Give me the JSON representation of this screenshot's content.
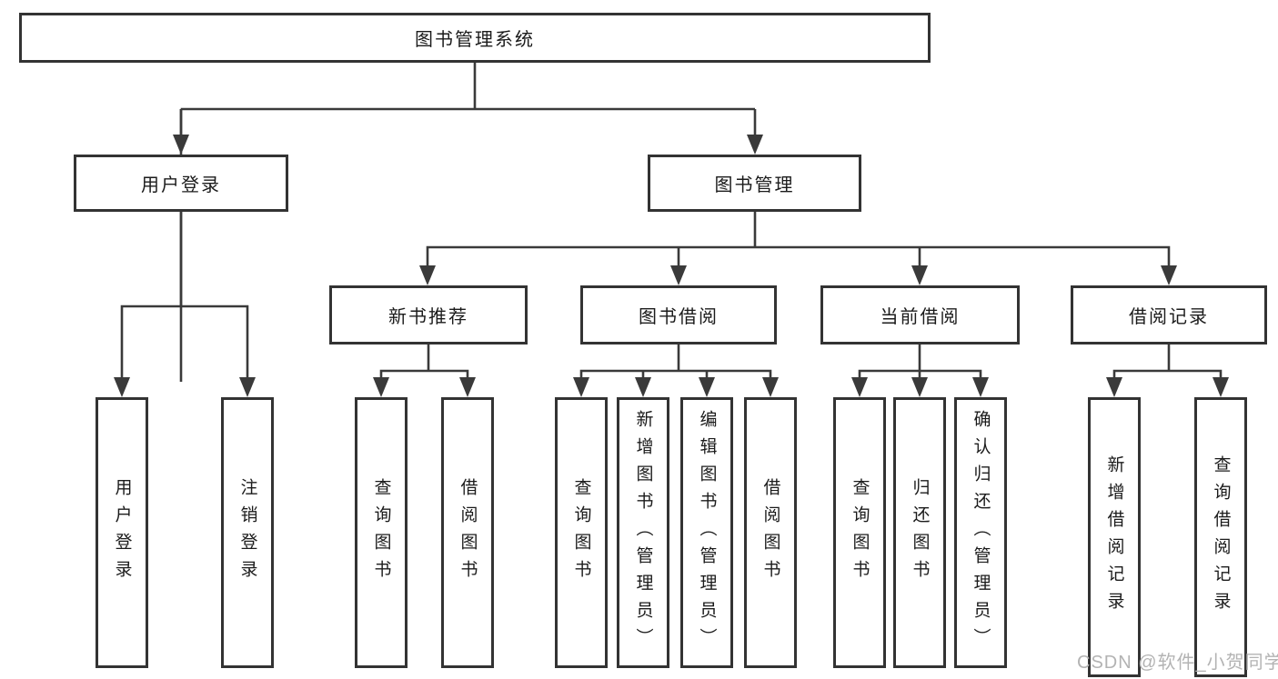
{
  "diagram": {
    "root": {
      "label": "图书管理系统"
    },
    "level2": {
      "user_login": {
        "label": "用户登录"
      },
      "book_mgmt": {
        "label": "图书管理"
      }
    },
    "level3": {
      "new_book_rec": {
        "label": "新书推荐"
      },
      "book_borrow": {
        "label": "图书借阅"
      },
      "current_borrow": {
        "label": "当前借阅"
      },
      "borrow_records": {
        "label": "借阅记录"
      }
    },
    "leaves": {
      "user_login_action": {
        "label": "用户登录"
      },
      "logout_action": {
        "label": "注销登录"
      },
      "query_book_rec": {
        "label": "查询图书"
      },
      "borrow_book_rec": {
        "label": "借阅图书"
      },
      "query_book_borrow": {
        "label": "查询图书"
      },
      "add_book_admin": {
        "label": "新增图书（管理员）"
      },
      "edit_book_admin": {
        "label": "编辑图书（管理员）"
      },
      "borrow_book_borrow": {
        "label": "借阅图书"
      },
      "query_book_current": {
        "label": "查询图书"
      },
      "return_book": {
        "label": "归还图书"
      },
      "confirm_return_admin": {
        "label": "确认归还（管理员）"
      },
      "add_borrow_record": {
        "label": "新增借阅记录"
      },
      "query_borrow_record": {
        "label": "查询借阅记录"
      }
    },
    "watermark": "CSDN @软件_小贺同学",
    "colors": {
      "line": "#3a3a3a",
      "box_border": "#333333",
      "text": "#1b1b1b",
      "watermark": "#b3b3b3",
      "background": "#ffffff"
    }
  }
}
